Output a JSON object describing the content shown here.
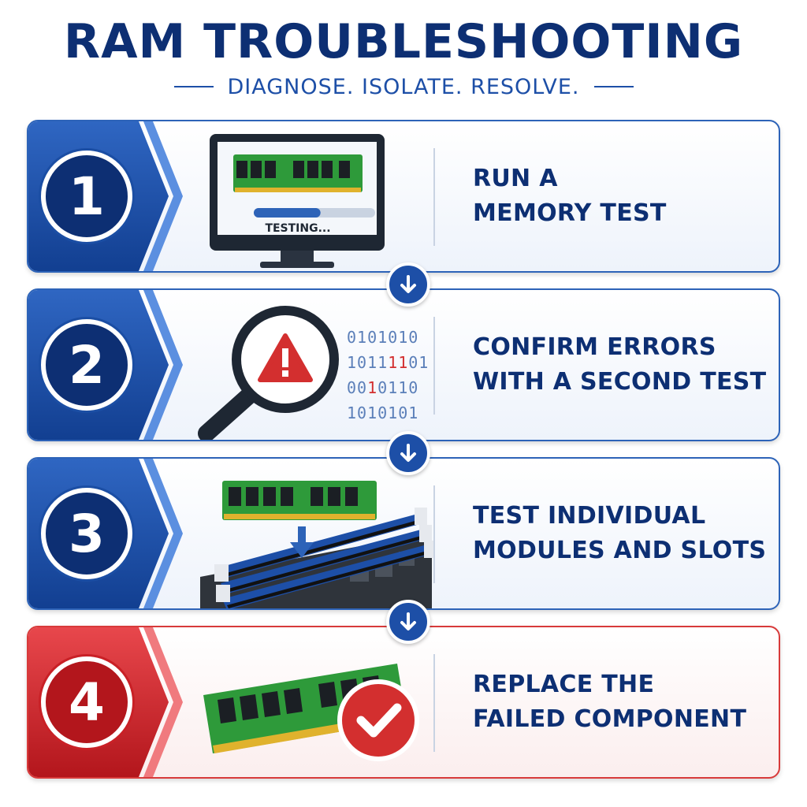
{
  "header": {
    "title": "RAM TROUBLESHOOTING",
    "subtitle": "DIAGNOSE. ISOLATE. RESOLVE."
  },
  "steps": [
    {
      "number": "1",
      "line1": "RUN A",
      "line2": "MEMORY TEST",
      "illustration": "monitor-memory-test-icon",
      "progress_label": "TESTING...",
      "progress": 0.55,
      "accent": "#1d4fa7"
    },
    {
      "number": "2",
      "line1": "CONFIRM ERRORS",
      "line2": "WITH A SECOND TEST",
      "illustration": "magnifier-warning-icon",
      "binary": [
        {
          "pre": "0101010",
          "err": "",
          "post": ""
        },
        {
          "pre": "1011",
          "err": "11",
          "post": "01"
        },
        {
          "pre": "00",
          "err": "1",
          "post": "0110"
        },
        {
          "pre": "1010101",
          "err": "",
          "post": ""
        }
      ],
      "accent": "#1d4fa7"
    },
    {
      "number": "3",
      "line1": "TEST INDIVIDUAL",
      "line2": "MODULES AND SLOTS",
      "illustration": "motherboard-slots-icon",
      "accent": "#1d4fa7"
    },
    {
      "number": "4",
      "line1": "REPLACE THE",
      "line2": "FAILED COMPONENT",
      "illustration": "ram-checkmark-icon",
      "accent": "#c92026"
    }
  ],
  "colors": {
    "navy": "#0d2f73",
    "blue": "#1d4fa7",
    "red": "#c92026",
    "error_bit": "#d32f2f",
    "pcb_green": "#2e9a3a"
  }
}
